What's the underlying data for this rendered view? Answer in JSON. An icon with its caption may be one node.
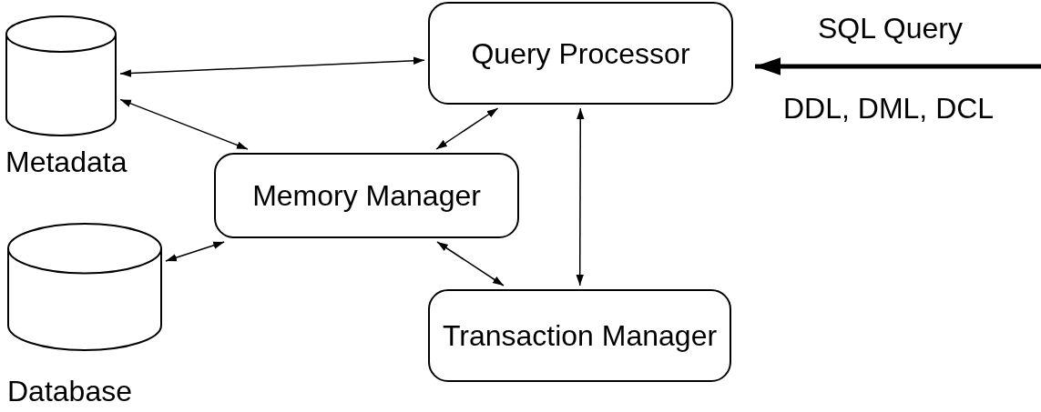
{
  "diagram": {
    "nodes": [
      {
        "text": [
          "Metadata"
        ]
      },
      {
        "text": [
          "Query Processor"
        ]
      },
      {
        "text": [
          "Memory Manager"
        ]
      },
      {
        "text": [
          "Database"
        ]
      },
      {
        "text": [
          "Transaction Manager"
        ]
      }
    ],
    "edges": [
      {
        "from": 0,
        "to": 1,
        "arrow": "both"
      },
      {
        "from": 0,
        "to": 2,
        "arrow": "both"
      },
      {
        "from": 1,
        "to": 2,
        "arrow": "both"
      },
      {
        "from": 3,
        "to": 2,
        "arrow": "both"
      },
      {
        "from": 2,
        "to": 4,
        "arrow": "both"
      },
      {
        "from": 1,
        "to": 4,
        "arrow": "both"
      },
      {
        "from": null,
        "to": 1,
        "arrow": "to",
        "style": "thick",
        "label": "SQL Query"
      }
    ],
    "labels": [
      "DDL, DML, DCL"
    ]
  }
}
